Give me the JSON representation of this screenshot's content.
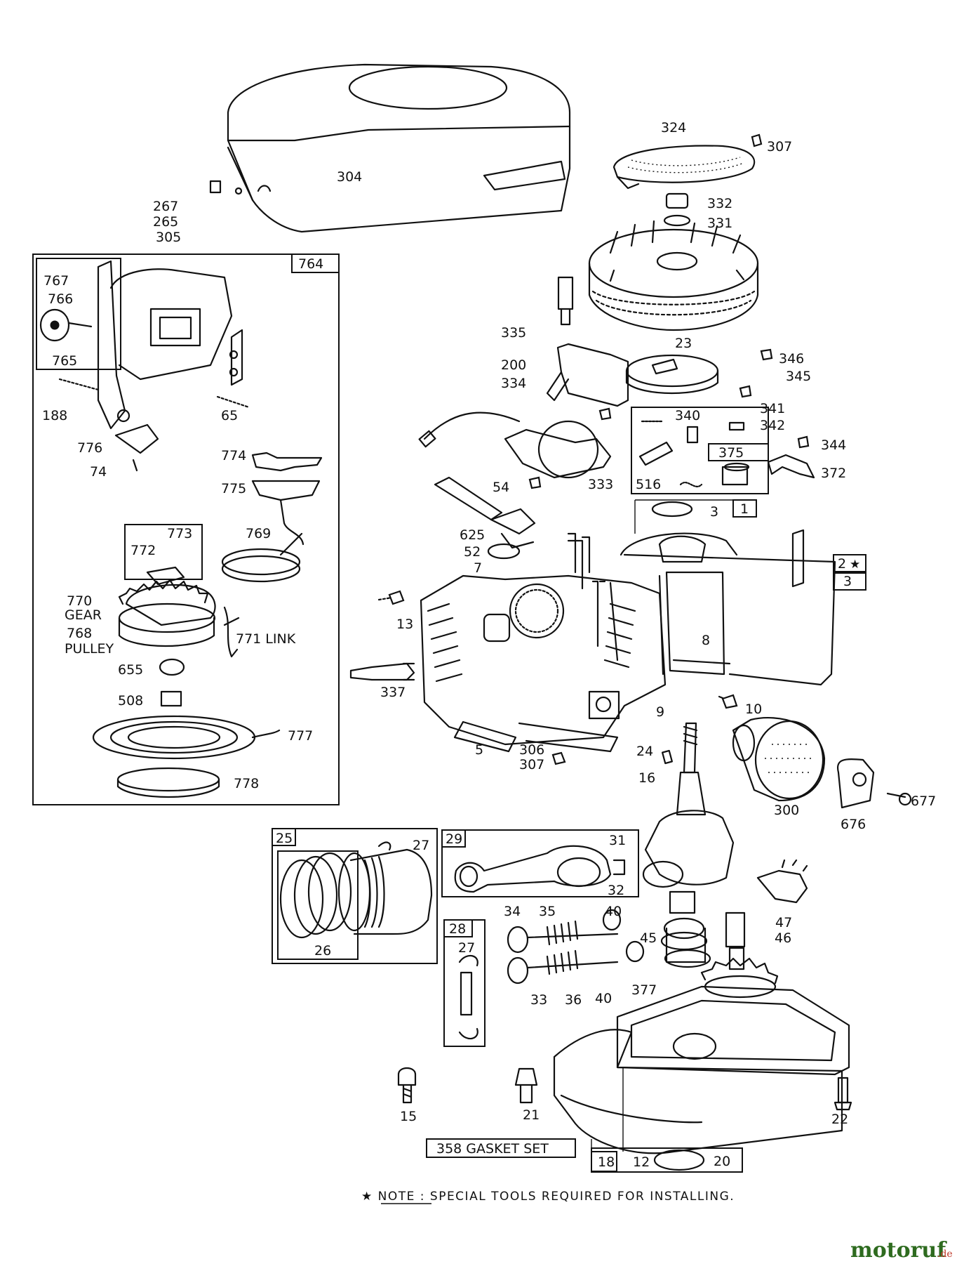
{
  "labels": {
    "l304": "304",
    "l267": "267",
    "l265": "265",
    "l305": "305",
    "l324": "324",
    "l307a": "307",
    "l332": "332",
    "l331": "331",
    "l23": "23",
    "l764": "764",
    "l767": "767",
    "l766": "766",
    "l765": "765",
    "l188": "188",
    "l65": "65",
    "l776": "776",
    "l74": "74",
    "l774": "774",
    "l775": "775",
    "l773": "773",
    "l772": "772",
    "l769": "769",
    "l770": "770",
    "gear": "GEAR",
    "l768": "768",
    "pulley": "PULLEY",
    "l771": "771 LINK",
    "l655": "655",
    "l508": "508",
    "l777": "777",
    "l778": "778",
    "l335": "335",
    "l200": "200",
    "l334": "334",
    "l333": "333",
    "l54": "54",
    "l346": "346",
    "l345": "345",
    "l341": "341",
    "l340": "340",
    "l342": "342",
    "l375": "375",
    "l516": "516",
    "l344": "344",
    "l372": "372",
    "l3a": "3",
    "l1": "1",
    "l2": "2",
    "star": "★",
    "l3b": "3",
    "l625": "625",
    "l52": "52",
    "l7": "7",
    "l13": "13",
    "l8": "8",
    "l337": "337",
    "l5": "5",
    "l306": "306",
    "l307b": "307",
    "l9": "9",
    "l10": "10",
    "l24": "24",
    "l16": "16",
    "l300": "300",
    "l676": "676",
    "l677": "677",
    "l25": "25",
    "l27a": "27",
    "l26": "26",
    "l29": "29",
    "l31": "31",
    "l32": "32",
    "l28": "28",
    "l27b": "27",
    "l34": "34",
    "l35": "35",
    "l40a": "40",
    "l45": "45",
    "l33": "33",
    "l36": "36",
    "l40b": "40",
    "l47": "47",
    "l46": "46",
    "l377": "377",
    "l15": "15",
    "l21": "21",
    "l22": "22",
    "l358": "358 GASKET SET",
    "l18": "18",
    "l12": "12",
    "l20": "20"
  },
  "note": "★ NOTE : SPECIAL TOOLS REQUIRED FOR INSTALLING.",
  "watermark": {
    "brand": "motoruf",
    "suffix": ".de",
    "color_a": "#2e6b1f",
    "color_b": "#c0392b"
  }
}
